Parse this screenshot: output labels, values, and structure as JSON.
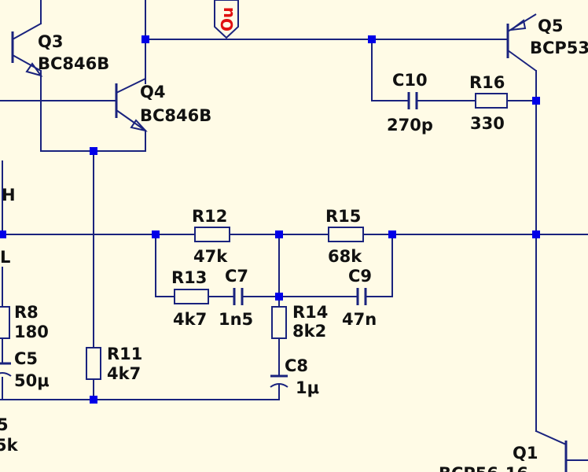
{
  "colors": {
    "background": "#fffbe6",
    "wire": "#1a237e",
    "junction": "#0000e8",
    "port_text": "#e01010",
    "label": "#111111"
  },
  "output_port": {
    "text": "Ou"
  },
  "labels": {
    "q3_ref": "Q3",
    "q3_val": "BC846B",
    "q4_ref": "Q4",
    "q4_val": "BC846B",
    "q5_ref": "Q5",
    "q5_val": "BCP53",
    "q1_ref": "Q1",
    "q1_val": "BCP56-16",
    "c10_ref": "C10",
    "c10_val": "270p",
    "r16_ref": "R16",
    "r16_val": "330",
    "r12_ref": "R12",
    "r12_val": "47k",
    "r15_ref": "R15",
    "r15_val": "68k",
    "r13_ref": "R13",
    "r13_val": "4k7",
    "c7_ref": "C7",
    "c7_val": "1n5",
    "c9_ref": "C9",
    "c9_val": "47n",
    "r14_ref": "R14",
    "r14_val": "8k2",
    "c8_ref": "C8",
    "c8_val": "1μ",
    "r11_ref": "R11",
    "r11_val": "4k7",
    "r8_ref": "R8",
    "r8_val": "180",
    "c5_ref": "C5",
    "c5_val": "50μ",
    "h_frag": "H",
    "l_frag": "L",
    "r_frag_ref": "5",
    "r_frag_val": "5k"
  }
}
